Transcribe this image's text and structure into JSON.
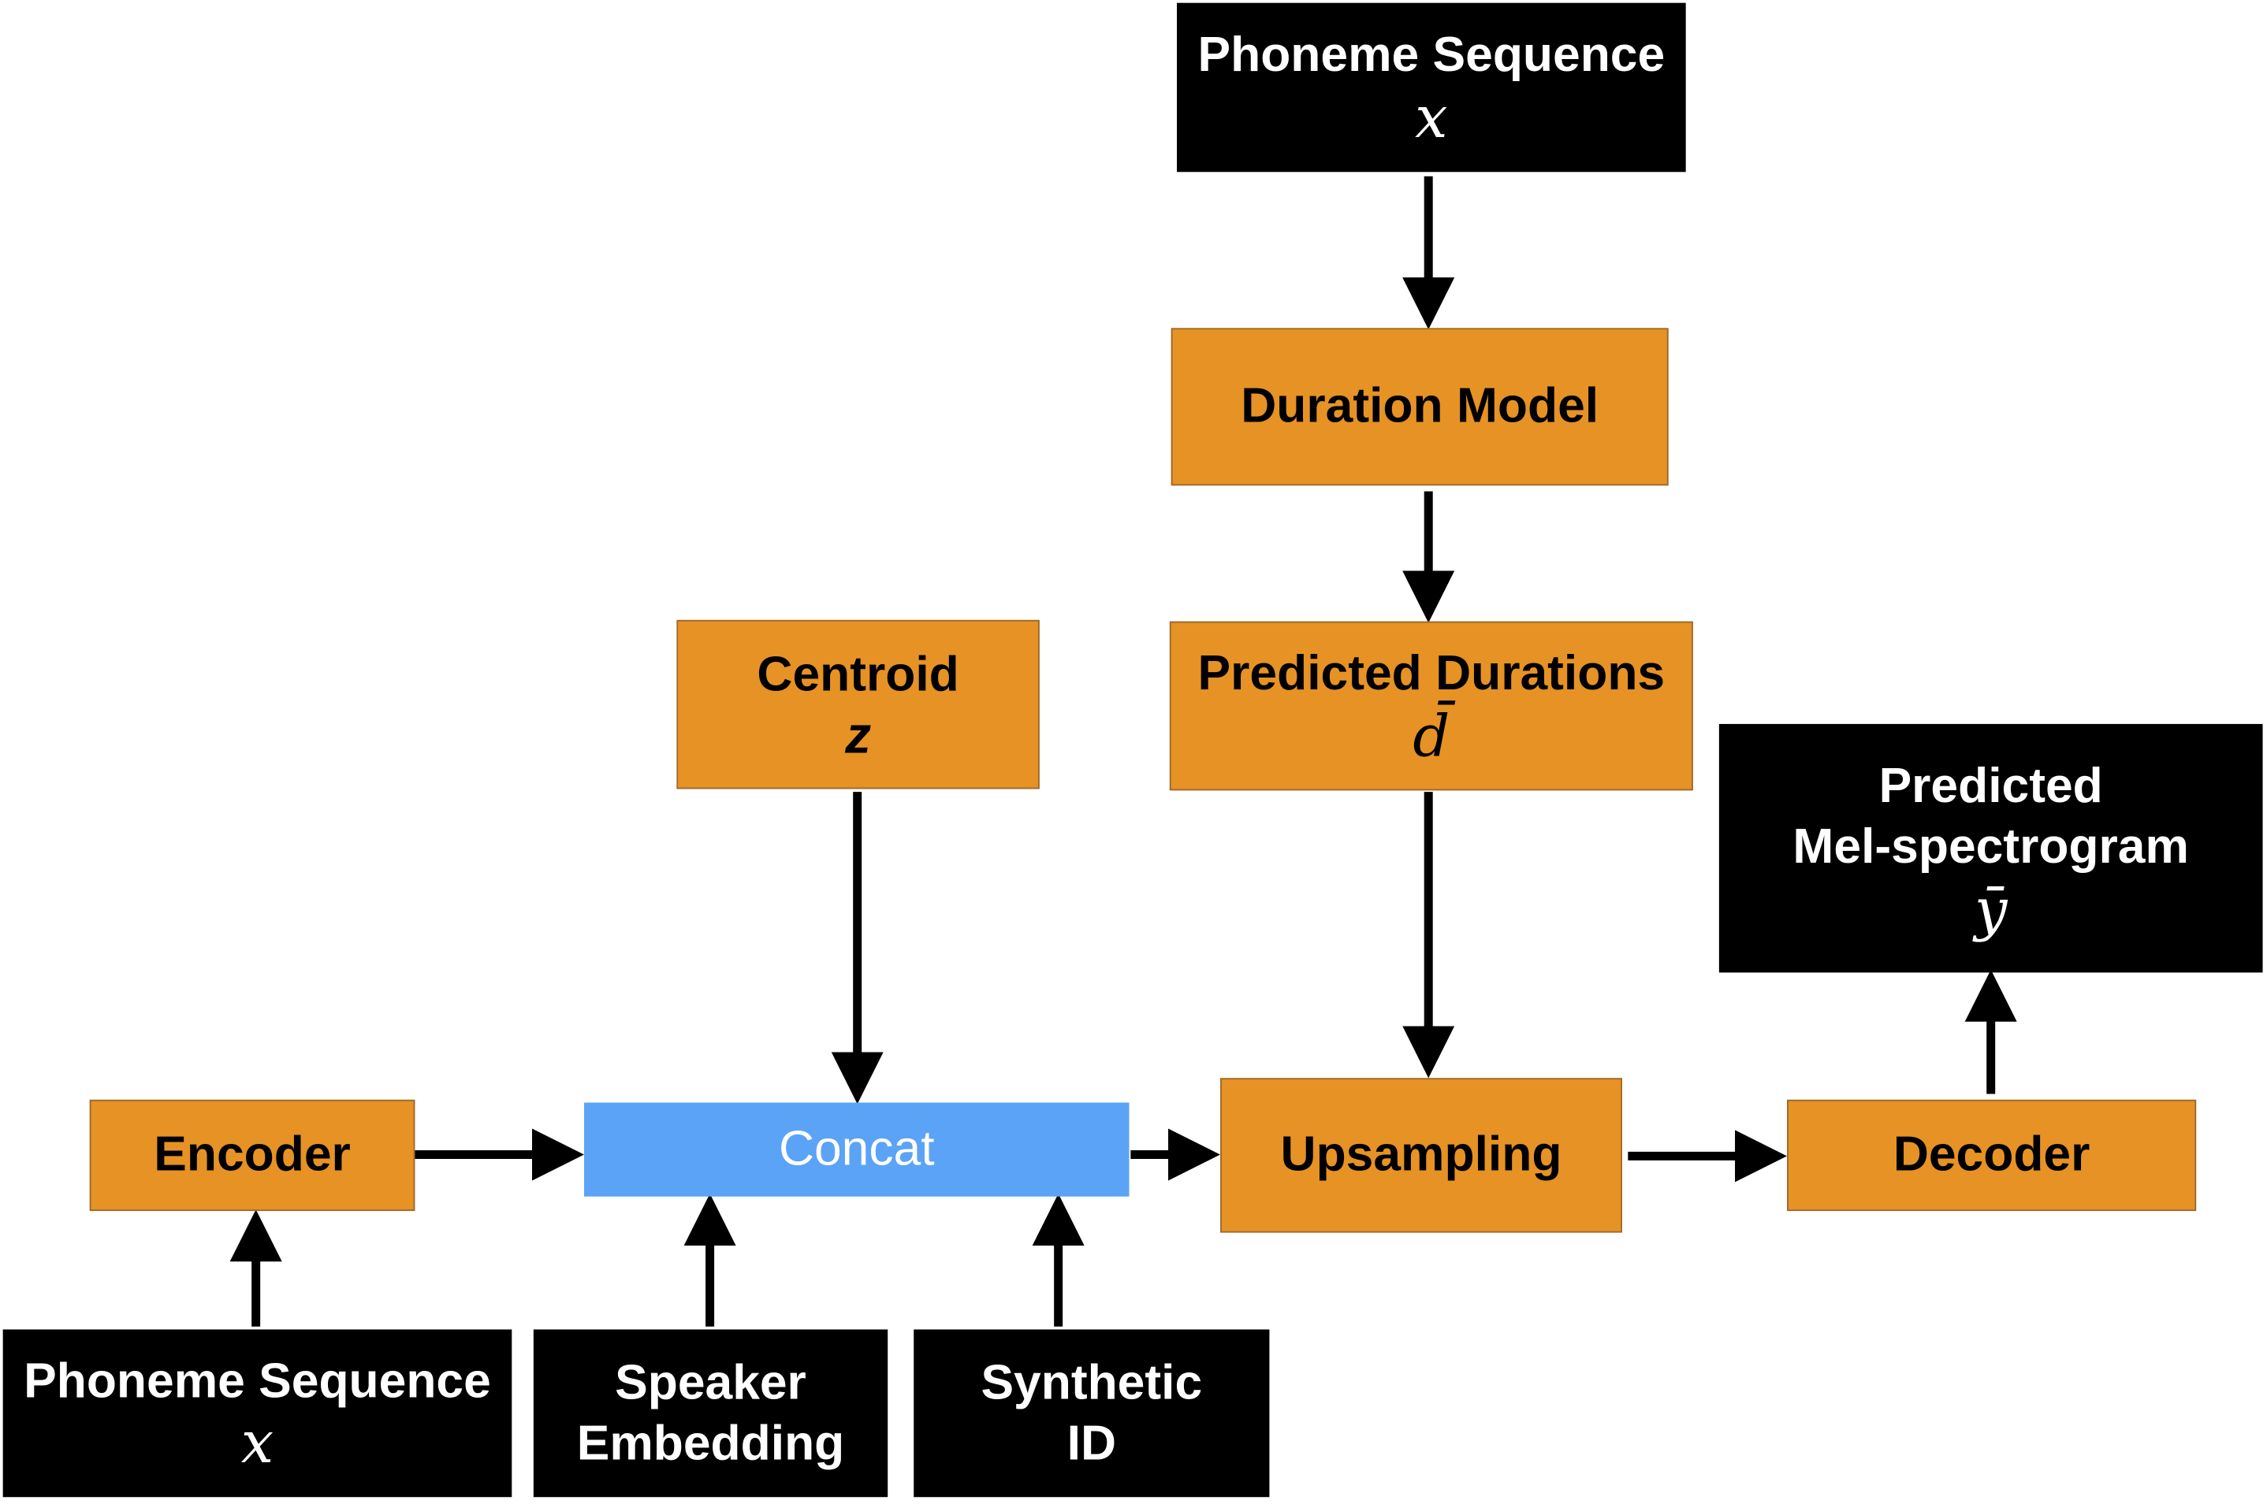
{
  "colors": {
    "block": "#e69225",
    "io": "#000000",
    "concat": "#5ba3f6"
  },
  "nodes": {
    "phoneme_top": {
      "label": "Phoneme Sequence",
      "var": "x"
    },
    "duration_model": {
      "label": "Duration Model"
    },
    "predicted_durations": {
      "label": "Predicted Durations",
      "var": "d̄"
    },
    "centroid": {
      "label": "Centroid",
      "var": "z"
    },
    "predicted_mel": {
      "label1": "Predicted",
      "label2": "Mel-spectrogram",
      "var": "ȳ"
    },
    "encoder": {
      "label": "Encoder"
    },
    "concat": {
      "label": "Concat"
    },
    "upsampling": {
      "label": "Upsampling"
    },
    "decoder": {
      "label": "Decoder"
    },
    "phoneme_bottom": {
      "label": "Phoneme Sequence",
      "var": "x"
    },
    "speaker_embedding": {
      "label1": "Speaker",
      "label2": "Embedding"
    },
    "synthetic_id": {
      "label1": "Synthetic",
      "label2": "ID"
    }
  }
}
